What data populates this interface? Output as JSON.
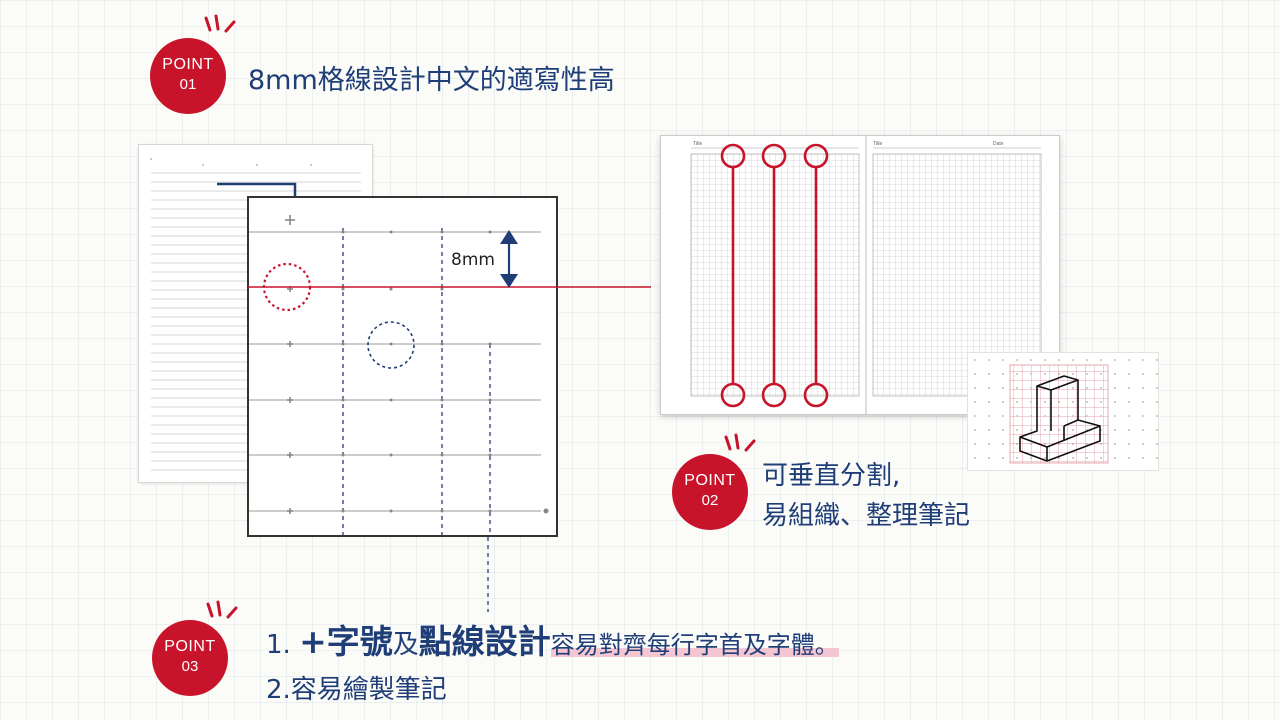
{
  "colors": {
    "accent": "#c8142b",
    "navy": "#1f3e78",
    "grid": "#b9c3cf"
  },
  "points": [
    {
      "label": "POINT",
      "number": "01",
      "text": "8mm格線設計中文的適寫性高"
    },
    {
      "label": "POINT",
      "number": "02",
      "line1": "可垂直分割,",
      "line2": "易組織、整理筆記"
    },
    {
      "label": "POINT",
      "number": "03",
      "line1_prefix": "1. ",
      "line1_bold_a": "+字號",
      "line1_mid": "及",
      "line1_bold_b": "點線設計",
      "line1_rest": "容易對齊每行字首及字體。",
      "line2": "2.容易繪製筆記"
    }
  ],
  "measure": {
    "label": "8mm"
  },
  "spread": {
    "left_header": "Title",
    "right_header_a": "Title",
    "right_header_b": "Date"
  }
}
